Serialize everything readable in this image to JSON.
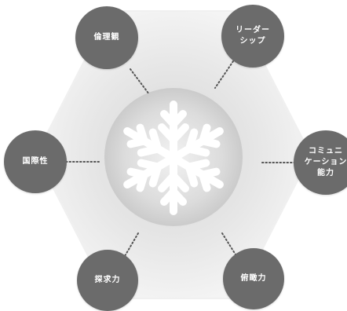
{
  "center": {
    "icon": "snowflake-icon"
  },
  "nodes": {
    "top_left": {
      "lines": [
        "倫理観"
      ]
    },
    "top_right": {
      "lines": [
        "リーダー",
        "シップ"
      ]
    },
    "left": {
      "lines": [
        "国際性"
      ]
    },
    "right": {
      "lines": [
        "コミュニ",
        "ケーション",
        "能力"
      ]
    },
    "bottom_left": {
      "lines": [
        "探求力"
      ]
    },
    "bottom_right": {
      "lines": [
        "俯瞰力"
      ]
    }
  },
  "colors": {
    "node_fill": "#6b6b6b",
    "node_text": "#ffffff",
    "hexagon_edge": "#f4f4f4",
    "hexagon_center": "#d8d8d8",
    "connector": "#555555"
  }
}
